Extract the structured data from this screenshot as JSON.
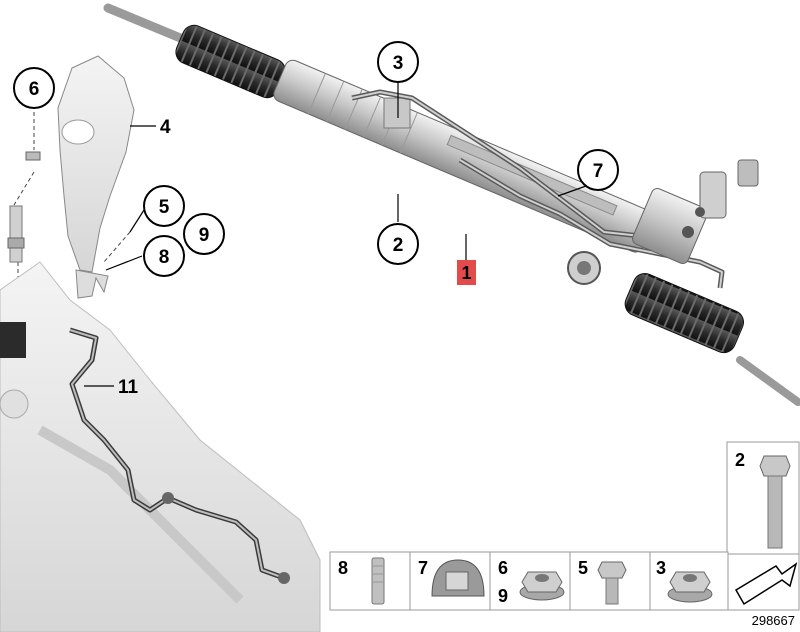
{
  "callouts": {
    "n1": "1",
    "n2": "2",
    "n3": "3",
    "n4": "4",
    "n5": "5",
    "n6": "6",
    "n7": "7",
    "n8": "8",
    "n9": "9",
    "n11": "11"
  },
  "legend": {
    "tall_cell_label": "2",
    "cells": [
      {
        "label": "8"
      },
      {
        "label": "7"
      },
      {
        "label": "6",
        "label2": "9"
      },
      {
        "label": "5"
      },
      {
        "label": "3"
      }
    ]
  },
  "reference_number": "298667",
  "colors": {
    "main_part_badge": "#e34a4a",
    "boot_rubber": "#2c2c2c",
    "metal_light": "#d9d9d9",
    "ghosted_assembly": "#e9e9e9"
  }
}
